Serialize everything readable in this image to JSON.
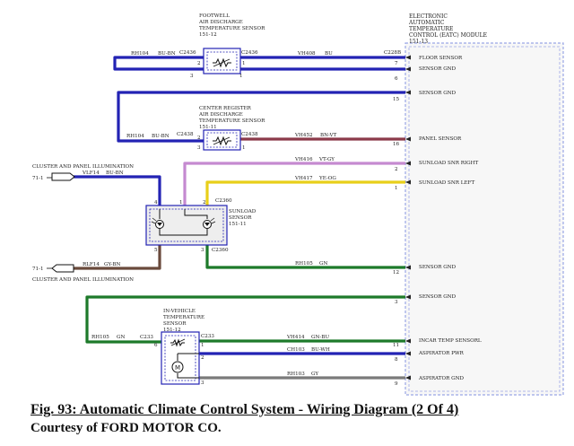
{
  "module": {
    "title_lines": [
      "ELECTRONIC",
      "AUTOMATIC",
      "TEMPERATURE",
      "CONTROL (EATC) MODULE",
      "151-13"
    ],
    "connector": "C228B",
    "pins": [
      {
        "num": "7",
        "label": "FLOOR SENSOR"
      },
      {
        "num": "6",
        "label": "SENSOR GND"
      },
      {
        "num": "15",
        "label": "SENSOR GND"
      },
      {
        "num": "16",
        "label": "PANEL SENSOR"
      },
      {
        "num": "2",
        "label": "SUNLOAD SNR RIGHT"
      },
      {
        "num": "1",
        "label": "SUNLOAD SNR LEFT"
      },
      {
        "num": "12",
        "label": "SENSOR GND"
      },
      {
        "num": "3",
        "label": "SENSOR GND"
      },
      {
        "num": "11",
        "label": "INCAR TEMP SENSORL"
      },
      {
        "num": "8",
        "label": "ASPIRATOR PWR"
      },
      {
        "num": "9",
        "label": "ASPIRATOR GND"
      }
    ]
  },
  "footwell": {
    "title_lines": [
      "FOOTWELL",
      "AIR DISCHARGE",
      "TEMPERATURE SENSOR",
      "151-12"
    ],
    "conn_left": "C2436",
    "conn_right": "C2436",
    "pin_left_top": "2",
    "pin_left_bottom": "3",
    "pin_right_top": "1",
    "pin_right_bottom": "1"
  },
  "center": {
    "title_lines": [
      "CENTER REGISTER",
      "AIR DISCHARGE",
      "TEMPERATURE SENSOR",
      "151-11"
    ],
    "conn_left": "C2438",
    "conn_right": "C2438",
    "pin_left_top": "2",
    "pin_left_bottom": "3",
    "pin_right_top": "1",
    "pin_right_bottom": "1"
  },
  "sunload": {
    "title_lines": [
      "SUNLOAD",
      "SENSOR",
      "151-11"
    ],
    "conn_top": "C2360",
    "conn_bottom": "C2360",
    "pin_4": "4",
    "pin_1": "1",
    "pin_2": "2",
    "pin_3": "3",
    "pin_5": "5"
  },
  "invehicle": {
    "title_lines": [
      "IN-VEHICLE",
      "TEMPERATURE",
      "SENSOR",
      "151-12"
    ],
    "conn_left": "C233",
    "conn_right": "C233",
    "pin_left_top": "6",
    "pin_left_bottom": "2",
    "pin_right_1": "1",
    "pin_right_2": "2",
    "pin_right_3": "3"
  },
  "wires": {
    "rh104_top": "RH104",
    "bu_bn_top": "BU-BN",
    "vh408": "VH408",
    "bu": "BU",
    "rh104_mid": "RH104",
    "bu_bn_mid": "BU-BN",
    "vh452": "VH452",
    "bn_vt": "BN-VT",
    "vh416": "VH416",
    "vt_gy": "VT-GY",
    "vh417": "VH417",
    "ye_og": "YE-OG",
    "vlf14": "VLF14",
    "bu_bn_cluster": "BU-BN",
    "rlf14": "RLF14",
    "gy_bn": "GY-BN",
    "rh105_gnd": "RH105",
    "gn_gnd": "GN",
    "rh105_left": "RH105",
    "gn_left": "GN",
    "vh414": "VH414",
    "gn_bu": "GN-BU",
    "ch103": "CH103",
    "bu_wh": "BU-WH",
    "rh103": "RH103",
    "gy": "GY"
  },
  "cluster_top": {
    "ref": "71-1",
    "text": "CLUSTER AND PANEL ILLUMINATION"
  },
  "cluster_bottom": {
    "ref": "71-1",
    "text": "CLUSTER AND PANEL ILLUMINATION"
  },
  "caption": {
    "line1": "Fig. 93: Automatic Climate Control System - Wiring Diagram (2 Of 4)",
    "line2": "Courtesy of FORD MOTOR CO."
  },
  "colors": {
    "blue": "#2323b4",
    "brown_violet": "#8c3a4a",
    "violet_gray": "#c58ad0",
    "yellow": "#e8cf1a",
    "brown": "#6a4a3c",
    "green": "#1d7a2a",
    "gray": "#7a7a7a",
    "module_border": "#9aa6e6"
  }
}
